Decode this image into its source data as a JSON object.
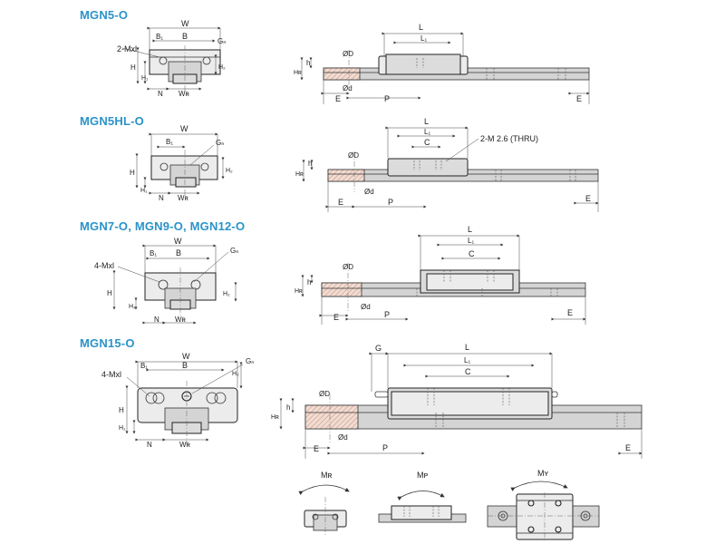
{
  "sections": [
    {
      "title": "MGN5-O"
    },
    {
      "title": "MGN5HL-O"
    },
    {
      "title": "MGN7-O, MGN9-O, MGN12-O"
    },
    {
      "title": "MGN15-O"
    }
  ],
  "labels": {
    "W": "W",
    "B": "B",
    "B1": "B₁",
    "Gn": "Gₙ",
    "H": "H",
    "H1": "H₁",
    "H2": "H₂",
    "N": "N",
    "WR": "Wʀ",
    "HR": "Hʀ",
    "h": "h",
    "L": "L",
    "L1": "L₁",
    "C": "C",
    "D": "ØD",
    "d": "Ød",
    "E": "E",
    "P": "P",
    "G": "G",
    "mxl2": "2-Mxl",
    "mxl4": "4-Mxl",
    "thru": "2-M 2.6 (THRU)"
  },
  "moments": [
    {
      "label": "Mʀ"
    },
    {
      "label": "Mᴘ"
    },
    {
      "label": "Mʏ"
    }
  ]
}
